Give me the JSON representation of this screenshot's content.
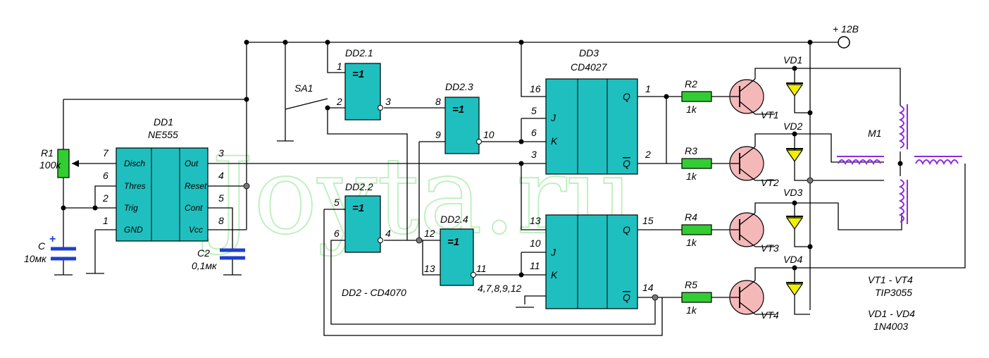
{
  "watermark": "Joyta.ru",
  "power": {
    "label": "+ 12В"
  },
  "dd1": {
    "ref": "DD1",
    "model": "NE555",
    "pins": {
      "disch": "Disch",
      "thres": "Thres",
      "trig": "Trig",
      "gnd": "GND",
      "out": "Out",
      "reset": "Reset",
      "cont": "Cont",
      "vcc": "Vcc"
    },
    "pin_numbers": {
      "disch": "7",
      "thres": "6",
      "trig": "2",
      "gnd": "1",
      "out": "3",
      "reset": "4",
      "cont": "5",
      "vcc": "8"
    }
  },
  "r1": {
    "ref": "R1",
    "value": "100k"
  },
  "c1": {
    "ref": "C",
    "value": "10мк",
    "polarity": "+"
  },
  "c2": {
    "ref": "C2",
    "value": "0,1мк"
  },
  "sa1": {
    "ref": "SA1"
  },
  "dd2": {
    "part_label": "DD2 - CD4070",
    "gate_symbol": "=1",
    "gates": {
      "g1": {
        "ref": "DD2.1",
        "in1": "1",
        "in2": "2",
        "out": "3"
      },
      "g2": {
        "ref": "DD2.2",
        "in1": "5",
        "in2": "6",
        "out": "4"
      },
      "g3": {
        "ref": "DD2.3",
        "in1": "8",
        "in2": "9",
        "out": "10"
      },
      "g4": {
        "ref": "DD2.4",
        "in1": "12",
        "in2": "13",
        "out": "11"
      }
    }
  },
  "dd3": {
    "ref": "DD3",
    "model": "CD4027",
    "upper": {
      "j": "J",
      "k": "K",
      "q": "Q",
      "nq": "Q",
      "pin_vdd": "16",
      "pin_j": "5",
      "pin_k": "6",
      "pin_clk": "3",
      "pin_q": "1",
      "pin_nq": "2"
    },
    "lower": {
      "j": "J",
      "k": "K",
      "q": "Q",
      "nq": "Q",
      "pin_clk": "13",
      "pin_j": "10",
      "pin_k": "11",
      "pin_q": "15",
      "pin_nq": "14"
    },
    "gnd_pins": "4,7,8,9,12"
  },
  "resistors": [
    {
      "ref": "R2",
      "value": "1k"
    },
    {
      "ref": "R3",
      "value": "1k"
    },
    {
      "ref": "R4",
      "value": "1k"
    },
    {
      "ref": "R5",
      "value": "1k"
    }
  ],
  "transistors": [
    "VT1",
    "VT2",
    "VT3",
    "VT4"
  ],
  "diodes": [
    "VD1",
    "VD2",
    "VD3",
    "VD4"
  ],
  "motor": {
    "ref": "M1"
  },
  "notes": {
    "vt_range": "VT1 - VT4",
    "vt_type": "TIP3055",
    "vd_range": "VD1 - VD4",
    "vd_type": "1N4003"
  },
  "colors": {
    "chip": "#1fbfbf",
    "resistor": "#32cd32",
    "capacitor": "#1f3fcf",
    "transistor": "#f4b8b8",
    "diode": "#f0f000",
    "coil": "#8a2be2",
    "watermark": "#bff0bf"
  }
}
